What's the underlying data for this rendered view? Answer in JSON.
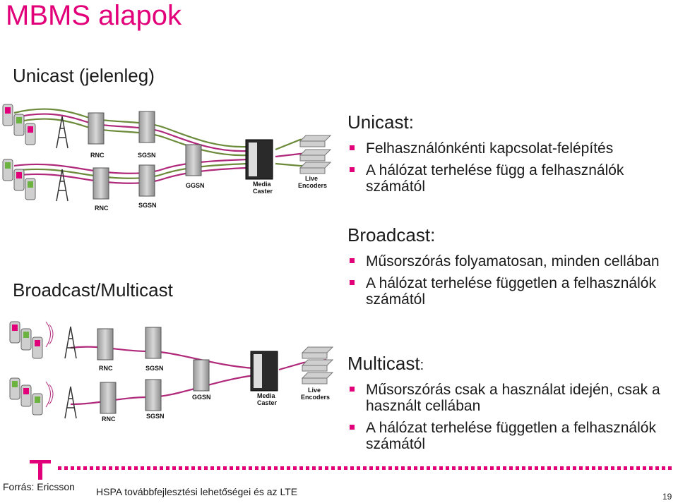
{
  "title": "MBMS alapok",
  "sections": {
    "unicast_label": "Unicast (jelenleg)",
    "broadcast_multicast_label": "Broadcast/Multicast"
  },
  "unicast": {
    "heading": "Unicast:",
    "bullets": [
      "Felhasználónkénti kapcsolat-felépítés",
      "A hálózat terhelése függ a felhasználók számától"
    ]
  },
  "broadcast": {
    "heading": "Broadcast:",
    "bullets": [
      "Műsorszórás folyamatosan, minden cellában",
      "A hálózat terhelése független a felhasználók számától"
    ]
  },
  "multicast": {
    "heading": "Multicast",
    "heading_suffix": ":",
    "bullets": [
      "Műsorszórás csak a használat idején, csak a használt cellában",
      "A hálózat terhelése független a felhasználók számától"
    ]
  },
  "diagram_labels": {
    "rnc": "RNC",
    "sgsn": "SGSN",
    "ggsn": "GGSN",
    "media_caster": [
      "Media",
      "Caster"
    ],
    "live_encoders": [
      "Live",
      "Encoders"
    ]
  },
  "footer": {
    "source": "Forrás: Ericsson",
    "text": "HSPA továbbfejlesztési lehetőségei és az LTE",
    "page": "19"
  },
  "colors": {
    "brand": "#e2007a",
    "line_green": "#6b8a3a",
    "line_magenta": "#b0287a"
  }
}
